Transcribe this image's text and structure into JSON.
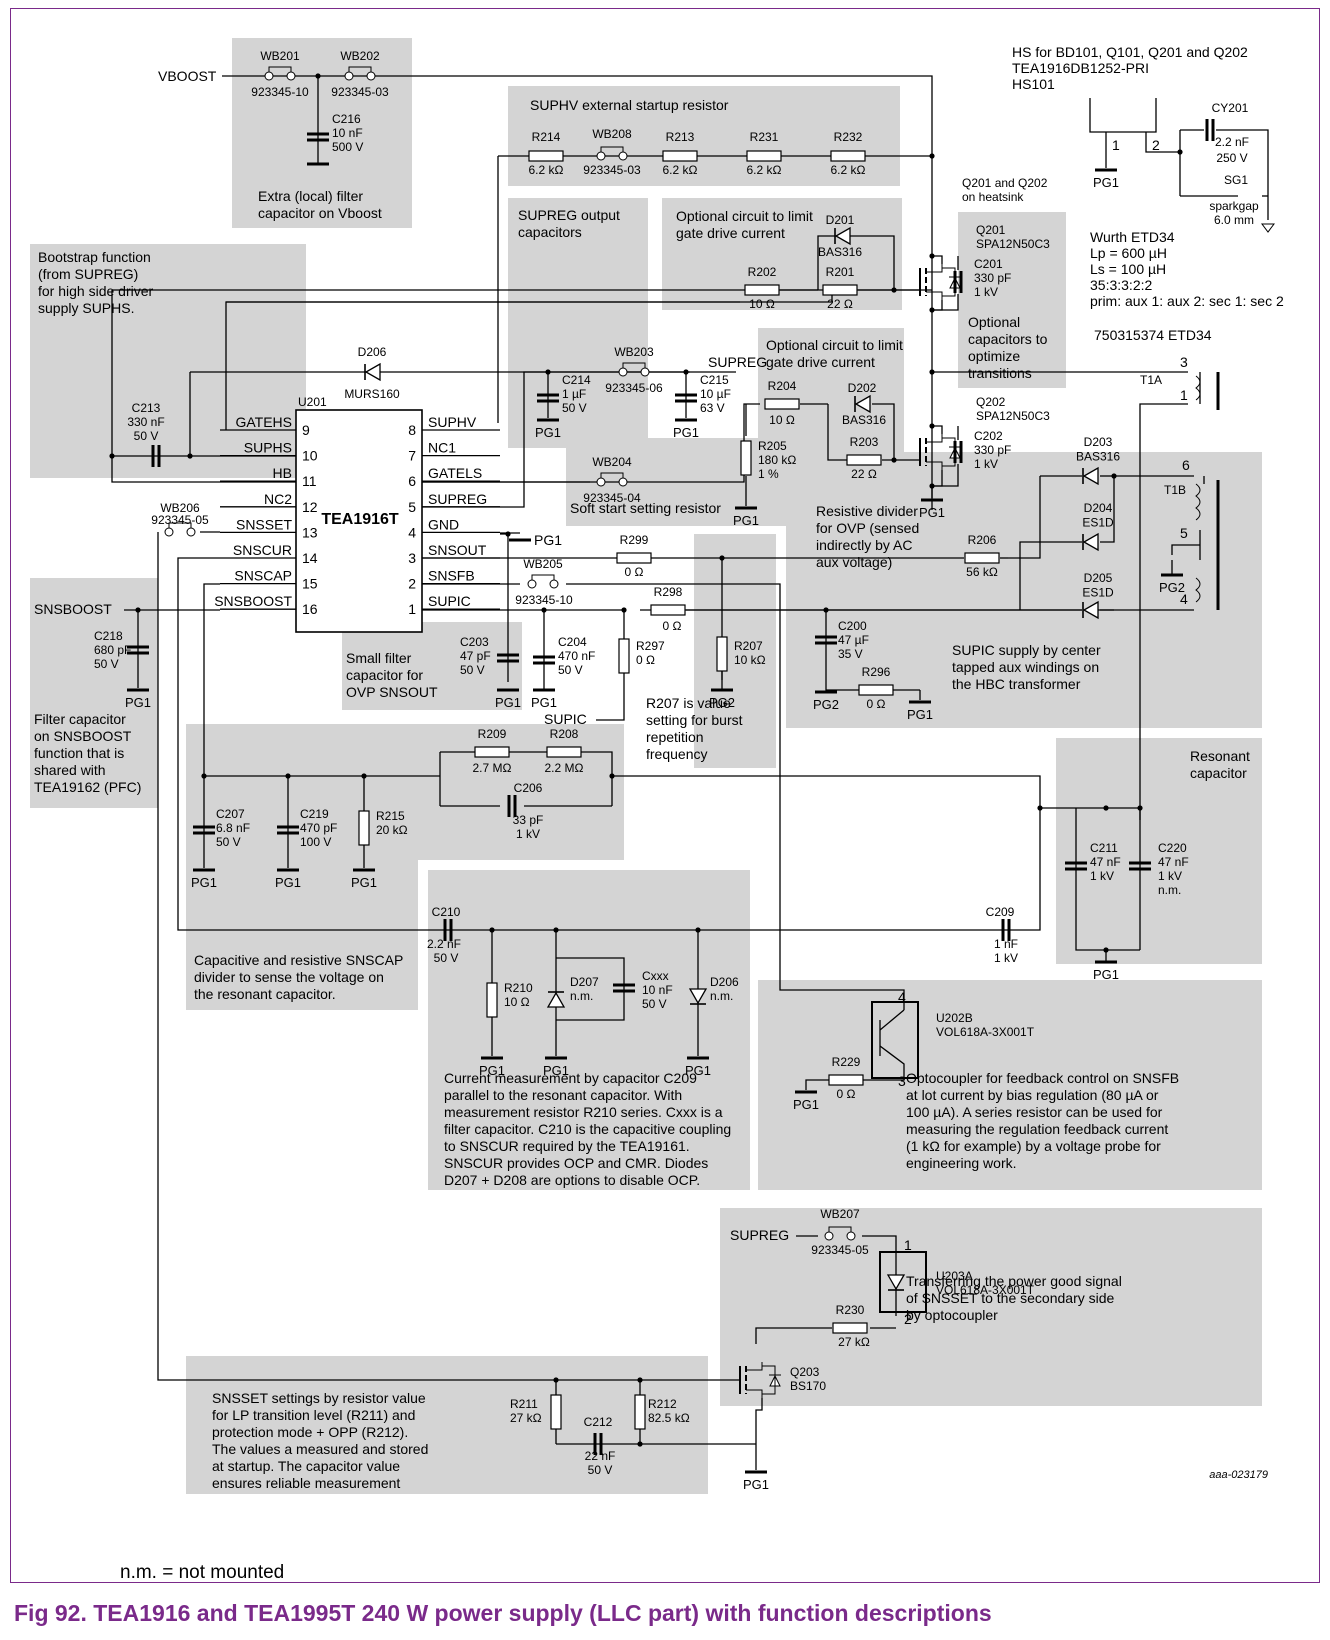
{
  "caption": "Fig 92.   TEA1916 and TEA1995T 240 W power supply (LLC part) with function descriptions",
  "note": "n.m. = not mounted",
  "fig_id": "aaa-023179",
  "ic": {
    "ref": "U201",
    "name": "TEA1916T",
    "left_pins": [
      {
        "n": "9",
        "l": "GATEHS"
      },
      {
        "n": "10",
        "l": "SUPHS"
      },
      {
        "n": "11",
        "l": "HB"
      },
      {
        "n": "12",
        "l": "NC2"
      },
      {
        "n": "13",
        "l": "SNSSET"
      },
      {
        "n": "14",
        "l": "SNSCUR"
      },
      {
        "n": "15",
        "l": "SNSCAP"
      },
      {
        "n": "16",
        "l": "SNSBOOST"
      }
    ],
    "right_pins": [
      {
        "n": "8",
        "l": "SUPHV"
      },
      {
        "n": "7",
        "l": "NC1"
      },
      {
        "n": "6",
        "l": "GATELS"
      },
      {
        "n": "5",
        "l": "SUPREG"
      },
      {
        "n": "4",
        "l": "GND"
      },
      {
        "n": "3",
        "l": "SNSOUT"
      },
      {
        "n": "2",
        "l": "SNSFB"
      },
      {
        "n": "1",
        "l": "SUPIC"
      }
    ]
  },
  "nets": {
    "vboost": "VBOOST",
    "snsboost": "SNSBOOST",
    "supreg": "SUPREG",
    "supic": "SUPIC",
    "supreg2": "SUPREG",
    "pg1": "PG1",
    "pg2": "PG2"
  },
  "boxes": {
    "vboost": "Extra (local) filter\ncapacitor on Vboost",
    "suphv": "SUPHV external startup resistor",
    "supreg_caps": "SUPREG output\ncapacitors",
    "opt1": "Optional circuit to limit\ngate drive current",
    "opt2": "Optional circuit to limit\ngate drive current",
    "bootstrap": "Bootstrap function\n(from SUPREG)\nfor high side driver\nsupply SUPHS.",
    "optcaps": "Optional\ncapacitors to\noptimize\ntransitions",
    "softstart": "Soft start setting resistor",
    "ovp": "Resistive divider\nfor OVP (sensed\nindirectly by AC\naux voltage)",
    "small_filter": "Small filter\ncapacitor for\nOVP SNSOUT",
    "snsboost_filter": "Filter capacitor\non SNSBOOST\nfunction that is\nshared with\nTEA19162 (PFC)",
    "r207_note": "R207 is value\nsetting for burst\nrepetition\nfrequency",
    "supic_supply": "SUPIC supply by center\ntapped aux windings on\nthe HBC transformer",
    "resonant": "Resonant\ncapacitor",
    "snscap": "Capacitive and resistive SNSCAP\ndivider to sense the voltage on\nthe resonant capacitor.",
    "current": "Current measurement by capacitor C209\nparallel to the resonant capacitor. With\nmeasurement resistor R210 series. Cxxx is a\nfilter capacitor. C210 is the capacitive coupling\nto SNSCUR required by the TEA19161.\nSNSCUR provides OCP and CMR. Diodes\nD207 + D208 are options to disable OCP.",
    "opto": "Optocoupler for feedback control on SNSFB\nat lot current by bias regulation (80 µA or\n100 µA). A series resistor can be used for\nmeasuring the regulation feedback current\n(1 kΩ for example) by a voltage probe for\nengineering work.",
    "powergood": "Transferring the power good signal\nof SNSSET to the secondary side\nby optocoupler",
    "snsset": "SNSSET settings by resistor value\nfor LP transition level (R211) and\nprotection mode + OPP (R212).\nThe values a measured and stored\nat startup. The capacitor value\nensures reliable measurement"
  },
  "hs": "HS for BD101, Q101, Q201 and Q202\nTEA1916DB1252-PRI\nHS101",
  "xfmr": "Wurth ETD34\nLp = 600 µH\nLs = 100 µH\n35:3:3:2:2\nprim: aux 1: aux 2: sec 1: sec 2",
  "xfmr_pn": "750315374 ETD34",
  "heatsink_note": "Q201 and Q202\non heatsink",
  "parts": {
    "WB201": "WB201\n923345-10",
    "WB202": "WB202\n923345-03",
    "C216": "C216\n10 nF\n500 V",
    "R214": "R214\n6.2 kΩ",
    "WB208": "WB208\n923345-03",
    "R213": "R213\n6.2 kΩ",
    "R231": "R231\n6.2 kΩ",
    "R232": "R232\n6.2 kΩ",
    "CY201": "CY201\n2.2 nF\n250 V",
    "SG1": "SG1\nsparkgap\n6.0 mm",
    "D201": "D201\nBAS316",
    "R202": "R202\n10 Ω",
    "R201": "R201\n22 Ω",
    "Q201": "Q201\nSPA12N50C3",
    "C201": "C201\n330 pF\n1 kV",
    "Q202": "Q202\nSPA12N50C3",
    "C202": "C202\n330 pF\n1 kV",
    "D206a": "D206\nMURS160",
    "C213": "C213\n330 nF\n50 V",
    "WB203": "WB203\n923345-06",
    "C214": "C214\n1 µF\n50 V",
    "C215": "C215\n10 µF\n63 V",
    "R204": "R204\n10 Ω",
    "D202": "D202\nBAS316",
    "R203": "R203\n22 Ω",
    "R205": "R205\n180 kΩ\n1 %",
    "WB204": "WB204\n923345-04",
    "D203": "D203\nBAS316",
    "D204": "D204\nES1D",
    "D205": "D205\nES1D",
    "WB206": "WB206\n923345-05",
    "R299": "R299\n0 Ω",
    "R206": "R206\n56 kΩ",
    "WB205": "WB205\n923345-10",
    "R298": "R298\n0 Ω",
    "C218": "C218\n680 pF\n50 V",
    "C203": "C203\n47 pF\n50 V",
    "C204": "C204\n470 nF\n50 V",
    "R297": "R297\n0 Ω",
    "R207": "R207\n10 kΩ",
    "C200": "C200\n47 µF\n35 V",
    "R296": "R296\n0 Ω",
    "R209": "R209\n2.7 MΩ",
    "R208": "R208\n2.2 MΩ",
    "C206": "C206\n33 pF\n1 kV",
    "C207": "C207\n6.8 nF\n50 V",
    "C219": "C219\n470 pF\n100 V",
    "R215": "R215\n20 kΩ",
    "C211": "C211\n47 nF\n1 kV",
    "C220": "C220\n47 nF\n1 kV\nn.m.",
    "C210": "C210\n2.2 nF\n50 V",
    "C209": "C209\n1 nF\n1 kV",
    "R210": "R210\n10 Ω",
    "D207": "D207\nn.m.",
    "Cxxx": "Cxxx\n10 nF\n50 V",
    "D206b": "D206\nn.m.",
    "U202B": "U202B\nVOL618A-3X001T",
    "R229": "R229\n0 Ω",
    "WB207": "WB207\n923345-05",
    "U203A": "U203A\nVOL618A-3X001T",
    "R230": "R230\n27 kΩ",
    "Q203": "Q203\nBS170",
    "R211": "R211\n27 kΩ",
    "R212": "R212\n82.5 kΩ",
    "C212": "C212\n22 nF\n50 V"
  },
  "pin_nums": {
    "hs1": "1",
    "hs2": "2",
    "t3": "3",
    "t1": "1",
    "t6": "6",
    "t5": "5",
    "t4": "4",
    "o4": "4",
    "o3": "3",
    "o1": "1",
    "o2": "2",
    "t1a": "T1A",
    "t1b": "T1B"
  }
}
